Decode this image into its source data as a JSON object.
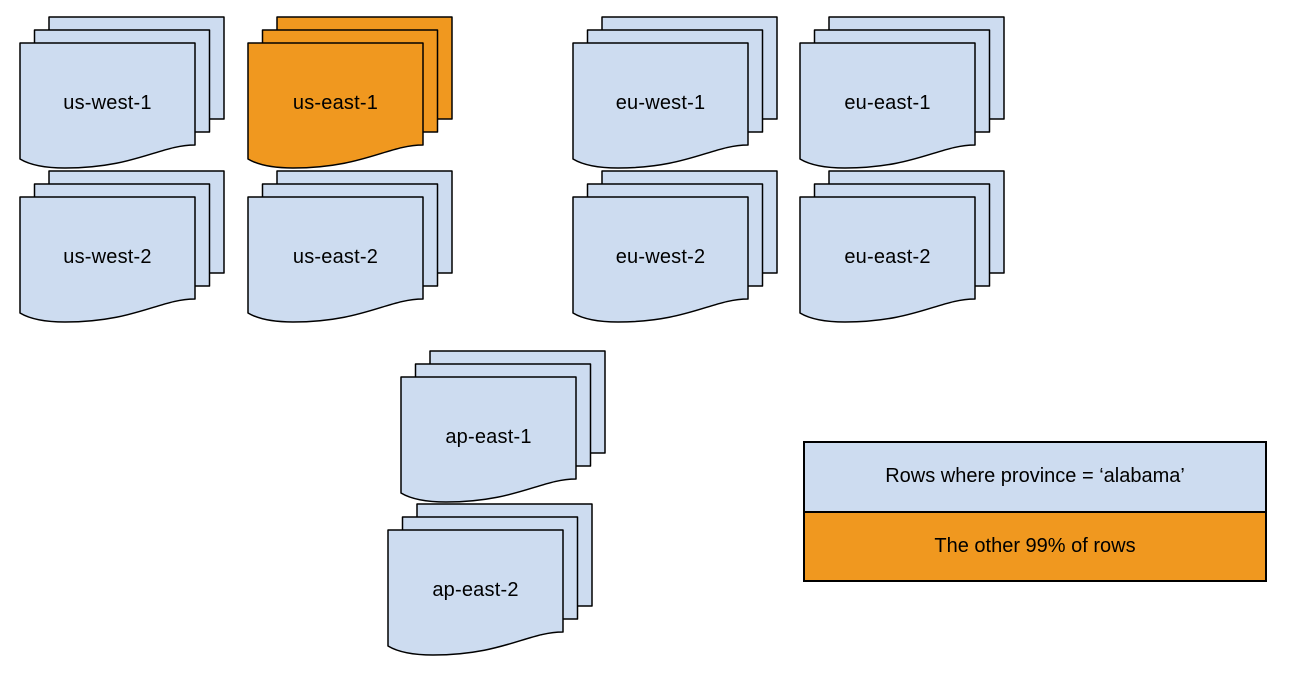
{
  "diagram": {
    "regions": [
      {
        "id": "us-west-1",
        "label": "us-west-1",
        "highlighted": false
      },
      {
        "id": "us-east-1",
        "label": "us-east-1",
        "highlighted": true
      },
      {
        "id": "eu-west-1",
        "label": "eu-west-1",
        "highlighted": false
      },
      {
        "id": "eu-east-1",
        "label": "eu-east-1",
        "highlighted": false
      },
      {
        "id": "us-west-2",
        "label": "us-west-2",
        "highlighted": false
      },
      {
        "id": "us-east-2",
        "label": "us-east-2",
        "highlighted": false
      },
      {
        "id": "eu-west-2",
        "label": "eu-west-2",
        "highlighted": false
      },
      {
        "id": "eu-east-2",
        "label": "eu-east-2",
        "highlighted": false
      },
      {
        "id": "ap-east-1",
        "label": "ap-east-1",
        "highlighted": false
      },
      {
        "id": "ap-east-2",
        "label": "ap-east-2",
        "highlighted": false
      }
    ],
    "legend": {
      "items": [
        {
          "label": "Rows where province = ‘alabama’",
          "variant": "normal"
        },
        {
          "label": "The other 99% of rows",
          "variant": "highlight"
        }
      ]
    },
    "colors": {
      "region_fill": "#cddcf0",
      "highlight_fill": "#f0981f",
      "stroke": "#000000",
      "text": "#000000",
      "background": "#ffffff"
    }
  }
}
